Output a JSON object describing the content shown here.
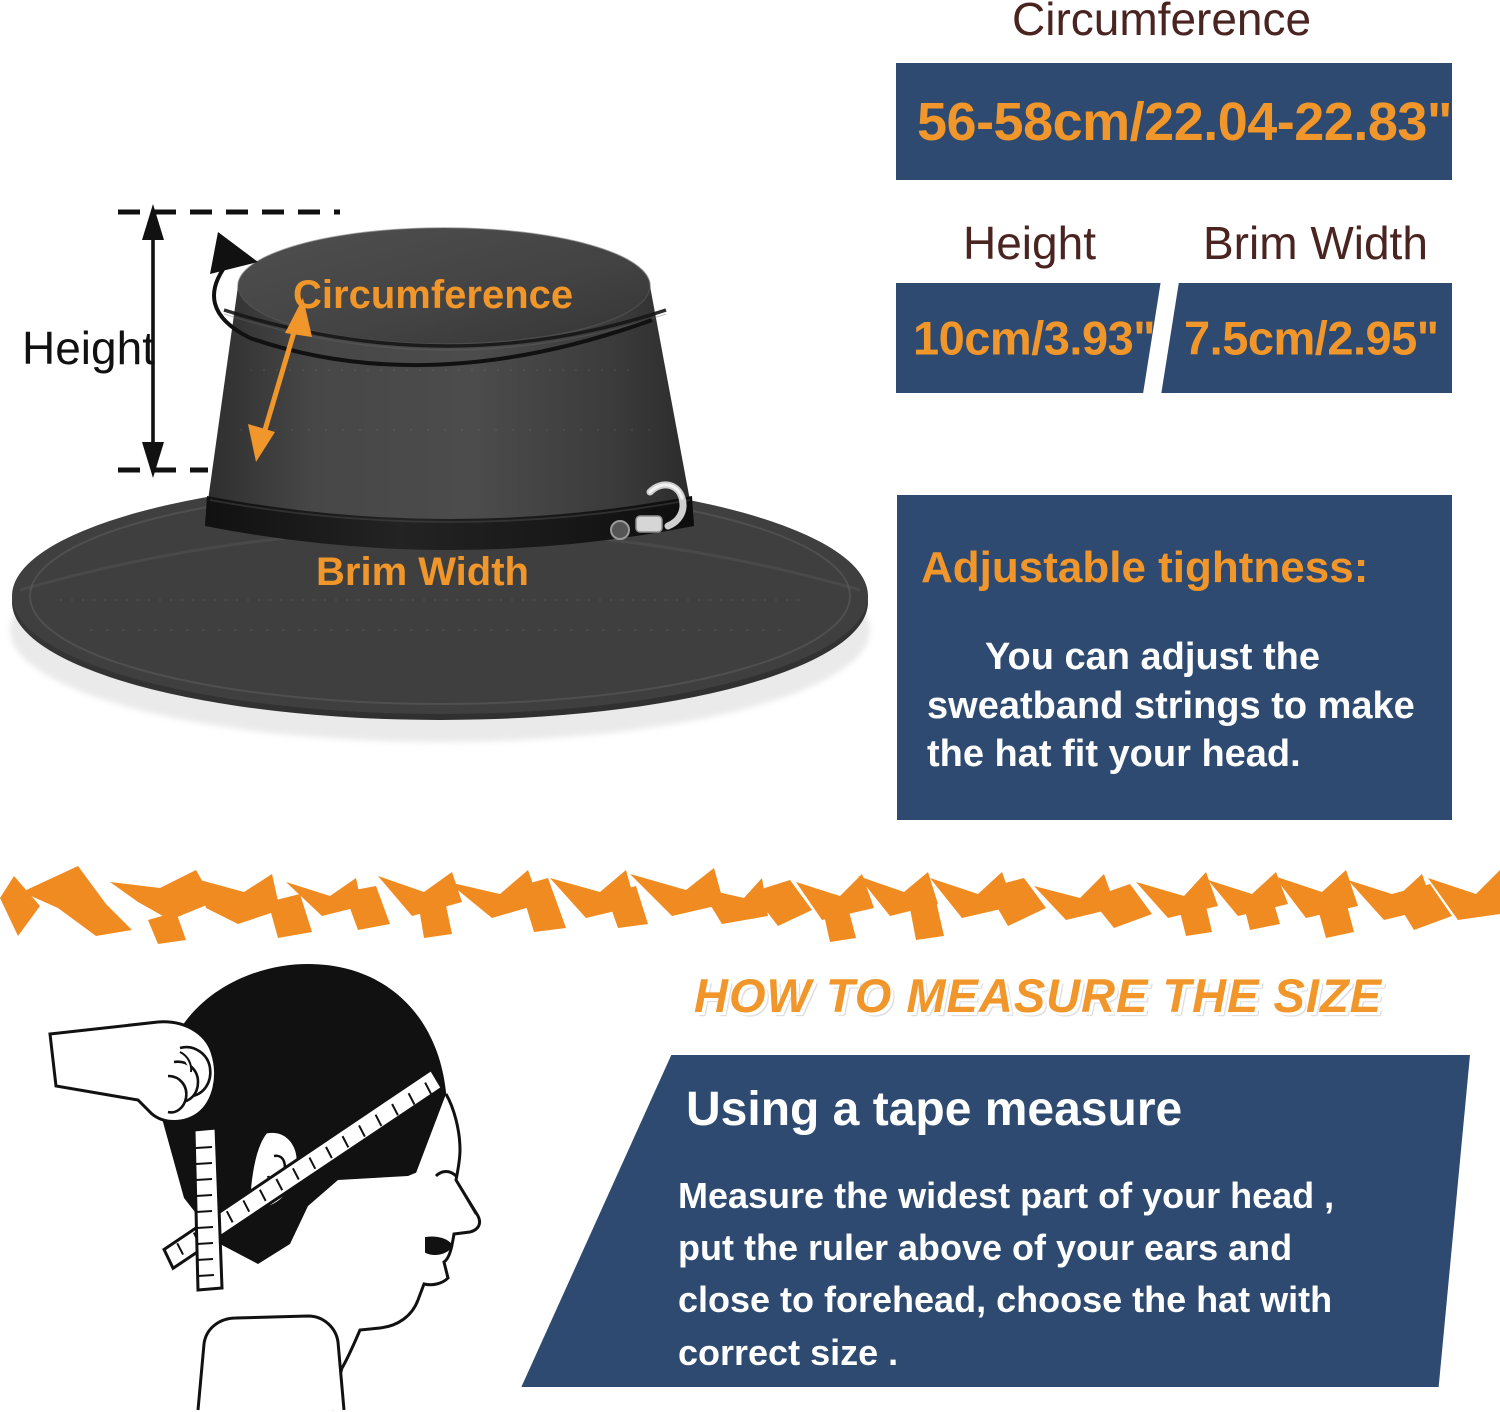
{
  "hat_diagram": {
    "height_label": "Height",
    "circumference_label": "Circumference",
    "brim_label": "Brim Width"
  },
  "specs": {
    "circumference": {
      "caption": "Circumference",
      "value": "56-58cm/22.04-22.83\""
    },
    "height": {
      "caption": "Height",
      "value": "10cm/3.93\""
    },
    "brim_width": {
      "caption": "Brim Width",
      "value": "7.5cm/2.95\""
    }
  },
  "adjustable": {
    "title": "Adjustable tightness:",
    "body": "You can adjust the sweatband strings to make the hat fit your head."
  },
  "measure_section": {
    "heading": "HOW TO MEASURE THE SIZE",
    "panel_title": "Using a tape measure",
    "panel_body": "Measure the widest part of your head , put the ruler above of your ears and close to forehead, choose the hat with correct size ."
  },
  "colors": {
    "panel_blue": "#2e4a70",
    "accent_orange": "#f0962a",
    "caption_brown": "#4a2420",
    "text_white": "#ffffff"
  },
  "icons": {
    "hat": "hat-photo-icon",
    "head_profile": "head-profile-tape-measure-icon",
    "divider": "jagged-orange-divider-icon",
    "height_arrow": "double-arrow-vertical-icon",
    "circumference_arrow": "curved-arrow-icon",
    "brim_arrow": "double-arrow-diagonal-icon"
  }
}
